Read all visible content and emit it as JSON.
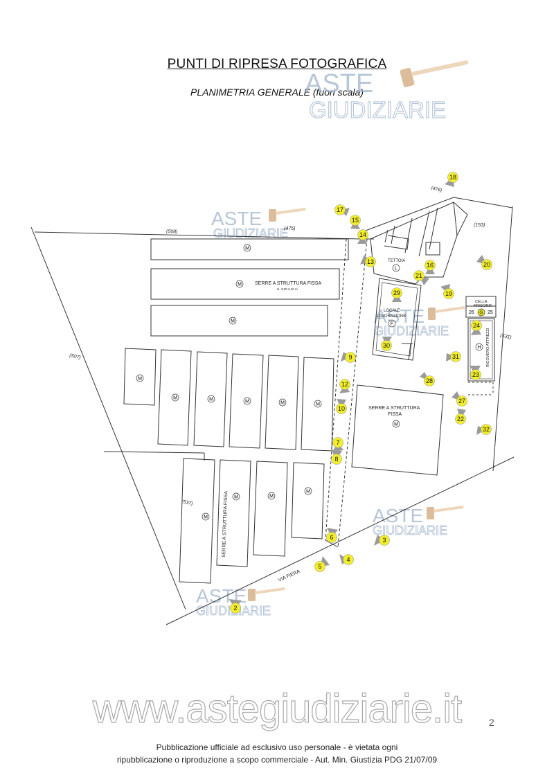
{
  "header": {
    "title": "PUNTI DI RIPRESA FOTOGRAFICA",
    "subtitle_main": "PLANIMETRIA GENERALE",
    "subtitle_paren": "(fuori scala)"
  },
  "watermark": {
    "line1": "ASTE",
    "line2": "GIUDIZIARIE",
    "site": "www.astegiudiziarie.it"
  },
  "colors": {
    "marker": "#f2ee2a",
    "line": "#333333",
    "watermark": "#9fb3cc"
  },
  "parcels": {
    "p508": "(508)",
    "p475": "(475)",
    "p476": "(476)",
    "p153": "(153)",
    "p507": "(507)",
    "p531": "(531)",
    "p537": "(537)"
  },
  "labels": {
    "serre_fissa_top": "SERRE A STRUTTURA FISSA",
    "height_note": "H. 3,50-2,40 m",
    "tettoia": "TETTOIA",
    "locale_l1": "LOCALE",
    "locale_l2": "LAVORAZIONE",
    "cella_l1": "CELLA",
    "cella_l2": "FRIGORIF.",
    "ricovero": "RICOVERO ATTREZZI",
    "serre_fissa_right_l1": "SERRE A STRUTTURA",
    "serre_fissa_right_l2": "FISSA",
    "serre_fissa_vert": "SERRE A STRUTTURA FISSA",
    "via_fiera": "VIA FIERA"
  },
  "building_letters": {
    "m": "M",
    "l": "L",
    "f": "F",
    "g": "G",
    "h": "H"
  },
  "photo_points": {
    "n2": "2",
    "n3": "3",
    "n4": "4",
    "n5": "5",
    "n6": "6",
    "n7": "7",
    "n8": "8",
    "n9": "9",
    "n10": "10",
    "n12": "12",
    "n13": "13",
    "n14": "14",
    "n15": "15",
    "n16": "16",
    "n17": "17",
    "n18": "18",
    "n19": "19",
    "n20": "20",
    "n21": "21",
    "n22": "22",
    "n23": "23",
    "n24": "24",
    "n25": "25",
    "n26": "26",
    "n27": "27",
    "n28": "28",
    "n29": "29",
    "n30": "30",
    "n31": "31",
    "n32": "32"
  },
  "footer": {
    "line1": "Pubblicazione ufficiale ad esclusivo uso personale - è vietata ogni",
    "line2": "ripubblicazione o riproduzione a scopo commerciale - Aut. Min. Giustizia PDG 21/07/09",
    "page_number": "2"
  }
}
